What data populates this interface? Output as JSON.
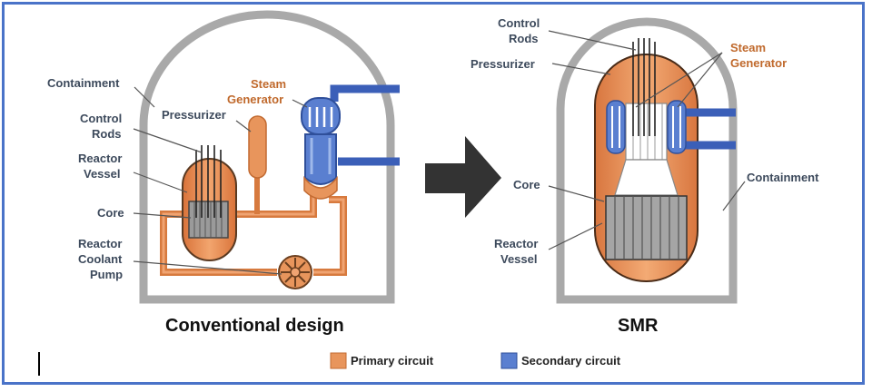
{
  "conventional": {
    "title": "Conventional design",
    "labels": {
      "containment": "Containment",
      "control_rods_1": "Control",
      "control_rods_2": "Rods",
      "reactor_vessel_1": "Reactor",
      "reactor_vessel_2": "Vessel",
      "core": "Core",
      "coolant_pump_1": "Reactor",
      "coolant_pump_2": "Coolant",
      "coolant_pump_3": "Pump",
      "pressurizer": "Pressurizer",
      "steam_generator_1": "Steam",
      "steam_generator_2": "Generator"
    }
  },
  "smr": {
    "title": "SMR",
    "labels": {
      "control_rods_1": "Control",
      "control_rods_2": "Rods",
      "pressurizer": "Pressurizer",
      "steam_generator_1": "Steam",
      "steam_generator_2": "Generator",
      "containment": "Containment",
      "core": "Core",
      "reactor_vessel_1": "Reactor",
      "reactor_vessel_2": "Vessel"
    }
  },
  "legend": {
    "primary": "Primary circuit",
    "secondary": "Secondary circuit"
  },
  "colors": {
    "primary": "#e8955c",
    "secondary": "#5a7fd0",
    "containment": "#a9a9a9",
    "arrow": "#333333",
    "frame": "#4a73c8"
  }
}
